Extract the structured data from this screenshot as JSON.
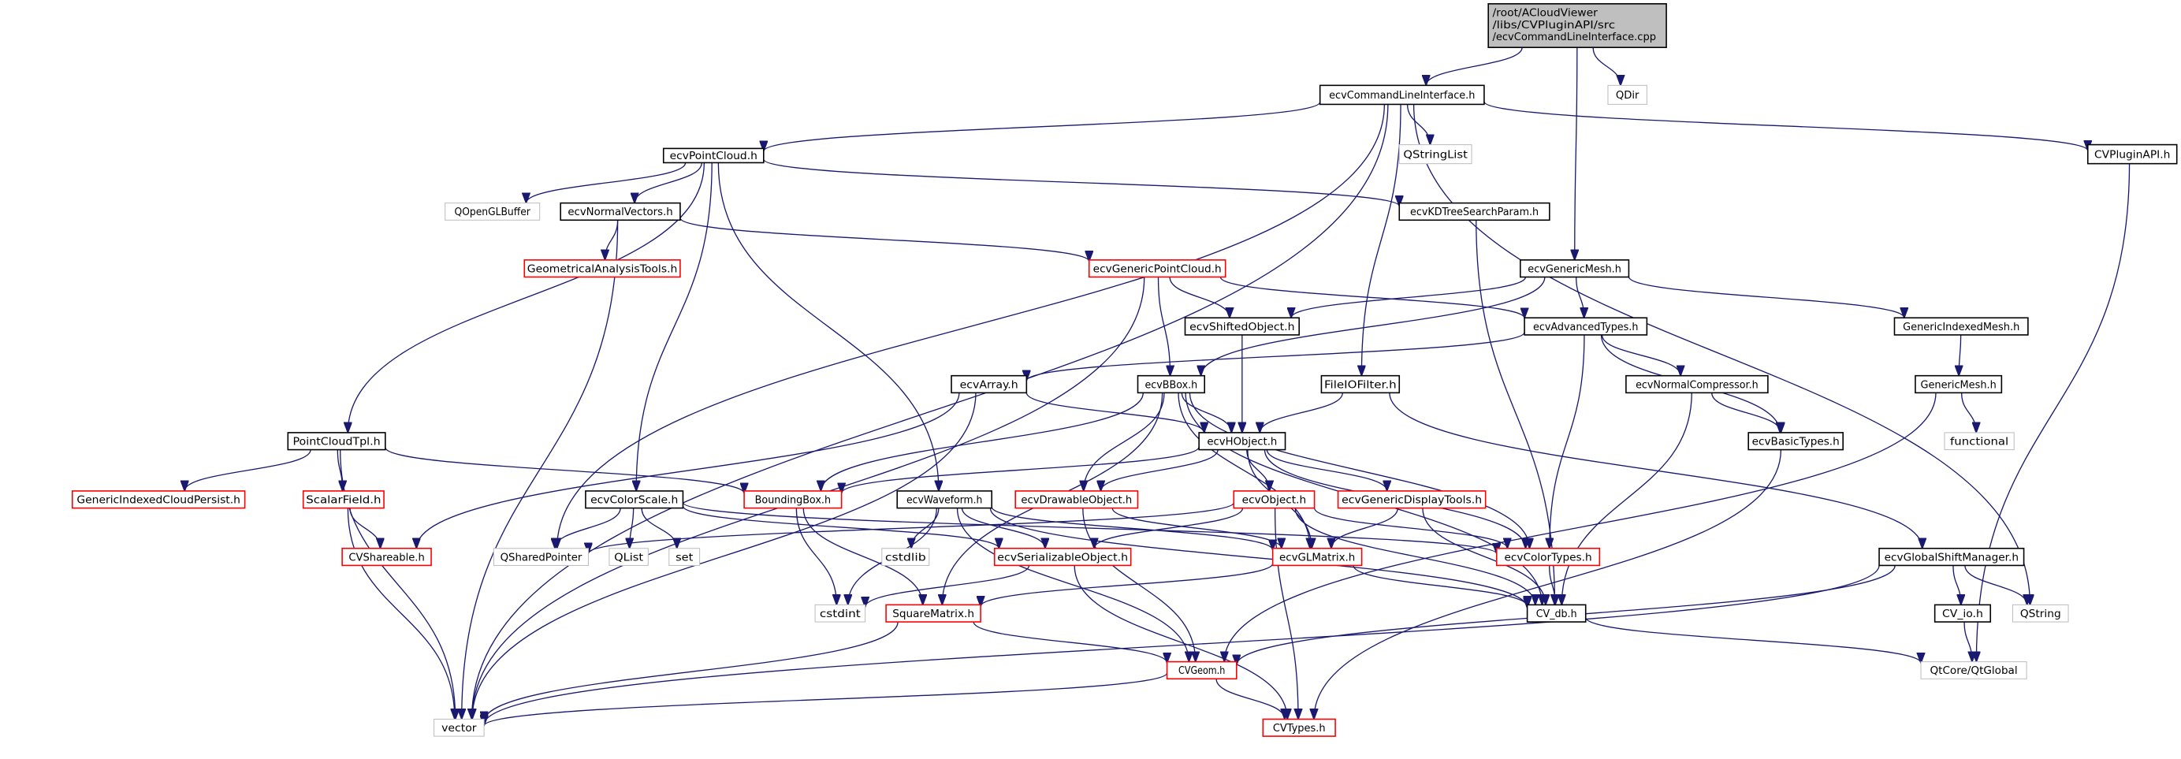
{
  "title": "Include dependency graph for ecvCommandLineInterface.cpp",
  "colors": {
    "edge": "#191970",
    "root_fill": "#bfbfbf",
    "node_border_normal": "#000000",
    "node_border_truncated": "#ff0000",
    "node_border_external": "#bfbfbf"
  },
  "nodes": [
    {
      "id": "root",
      "label": "/root/ACloudViewer\n/libs/CVPluginAPI/src\n/ecvCommandLineInterface.cpp",
      "kind": "root"
    },
    {
      "id": "cli_h",
      "label": "ecvCommandLineInterface.h",
      "kind": "normal"
    },
    {
      "id": "qdir",
      "label": "QDir",
      "kind": "external"
    },
    {
      "id": "pointcloud",
      "label": "ecvPointCloud.h",
      "kind": "normal"
    },
    {
      "id": "qstringlist",
      "label": "QStringList",
      "kind": "external"
    },
    {
      "id": "pluginapi",
      "label": "CVPluginAPI.h",
      "kind": "normal"
    },
    {
      "id": "qopenglbuffer",
      "label": "QOpenGLBuffer",
      "kind": "external"
    },
    {
      "id": "normalvectors",
      "label": "ecvNormalVectors.h",
      "kind": "normal"
    },
    {
      "id": "kdtree",
      "label": "ecvKDTreeSearchParam.h",
      "kind": "normal"
    },
    {
      "id": "geomtools",
      "label": "GeometricalAnalysisTools.h",
      "kind": "truncated"
    },
    {
      "id": "genpc",
      "label": "ecvGenericPointCloud.h",
      "kind": "truncated"
    },
    {
      "id": "genmesh",
      "label": "ecvGenericMesh.h",
      "kind": "normal"
    },
    {
      "id": "shifted",
      "label": "ecvShiftedObject.h",
      "kind": "normal"
    },
    {
      "id": "advtypes",
      "label": "ecvAdvancedTypes.h",
      "kind": "normal"
    },
    {
      "id": "genidxmesh",
      "label": "GenericIndexedMesh.h",
      "kind": "normal"
    },
    {
      "id": "array",
      "label": "ecvArray.h",
      "kind": "normal"
    },
    {
      "id": "bbox",
      "label": "ecvBBox.h",
      "kind": "normal"
    },
    {
      "id": "fileio",
      "label": "FileIOFilter.h",
      "kind": "normal"
    },
    {
      "id": "normcomp",
      "label": "ecvNormalCompressor.h",
      "kind": "normal"
    },
    {
      "id": "gmesh",
      "label": "GenericMesh.h",
      "kind": "normal"
    },
    {
      "id": "pctpl",
      "label": "PointCloudTpl.h",
      "kind": "normal"
    },
    {
      "id": "hobject",
      "label": "ecvHObject.h",
      "kind": "normal"
    },
    {
      "id": "basictypes",
      "label": "ecvBasicTypes.h",
      "kind": "normal"
    },
    {
      "id": "functional",
      "label": "functional",
      "kind": "external"
    },
    {
      "id": "gicp",
      "label": "GenericIndexedCloudPersist.h",
      "kind": "truncated"
    },
    {
      "id": "scalarfield",
      "label": "ScalarField.h",
      "kind": "truncated"
    },
    {
      "id": "colorscale",
      "label": "ecvColorScale.h",
      "kind": "normal"
    },
    {
      "id": "boundingbox",
      "label": "BoundingBox.h",
      "kind": "truncated"
    },
    {
      "id": "waveform",
      "label": "ecvWaveform.h",
      "kind": "normal"
    },
    {
      "id": "drawable",
      "label": "ecvDrawableObject.h",
      "kind": "truncated"
    },
    {
      "id": "object",
      "label": "ecvObject.h",
      "kind": "truncated"
    },
    {
      "id": "gendisp",
      "label": "ecvGenericDisplayTools.h",
      "kind": "truncated"
    },
    {
      "id": "shareable",
      "label": "CVShareable.h",
      "kind": "truncated"
    },
    {
      "id": "qsharedptr",
      "label": "QSharedPointer",
      "kind": "external"
    },
    {
      "id": "qlist",
      "label": "QList",
      "kind": "external"
    },
    {
      "id": "set",
      "label": "set",
      "kind": "external"
    },
    {
      "id": "cstdlib",
      "label": "cstdlib",
      "kind": "external"
    },
    {
      "id": "serial",
      "label": "ecvSerializableObject.h",
      "kind": "truncated"
    },
    {
      "id": "glmatrix",
      "label": "ecvGLMatrix.h",
      "kind": "truncated"
    },
    {
      "id": "colortypes",
      "label": "ecvColorTypes.h",
      "kind": "truncated"
    },
    {
      "id": "gsm",
      "label": "ecvGlobalShiftManager.h",
      "kind": "normal"
    },
    {
      "id": "cstdint",
      "label": "cstdint",
      "kind": "external"
    },
    {
      "id": "squarematrix",
      "label": "SquareMatrix.h",
      "kind": "truncated"
    },
    {
      "id": "cvdb",
      "label": "CV_db.h",
      "kind": "normal"
    },
    {
      "id": "cvio",
      "label": "CV_io.h",
      "kind": "normal"
    },
    {
      "id": "qstring",
      "label": "QString",
      "kind": "external"
    },
    {
      "id": "cvgeom",
      "label": "CVGeom.h",
      "kind": "truncated"
    },
    {
      "id": "qtglobal",
      "label": "QtCore/QtGlobal",
      "kind": "external"
    },
    {
      "id": "vector",
      "label": "vector",
      "kind": "external"
    },
    {
      "id": "cvtypes",
      "label": "CVTypes.h",
      "kind": "truncated"
    }
  ],
  "edges": [
    [
      "root",
      "cli_h"
    ],
    [
      "root",
      "qdir"
    ],
    [
      "root",
      "genmesh"
    ],
    [
      "cli_h",
      "pointcloud"
    ],
    [
      "cli_h",
      "qstringlist"
    ],
    [
      "cli_h",
      "pluginapi"
    ],
    [
      "cli_h",
      "fileio"
    ],
    [
      "cli_h",
      "qsharedptr"
    ],
    [
      "cli_h",
      "vector"
    ],
    [
      "cli_h",
      "qstring"
    ],
    [
      "pointcloud",
      "qopenglbuffer"
    ],
    [
      "pointcloud",
      "normalvectors"
    ],
    [
      "pointcloud",
      "kdtree"
    ],
    [
      "pointcloud",
      "pctpl"
    ],
    [
      "pointcloud",
      "colorscale"
    ],
    [
      "pointcloud",
      "waveform"
    ],
    [
      "pluginapi",
      "qtglobal"
    ],
    [
      "normalvectors",
      "geomtools"
    ],
    [
      "normalvectors",
      "genpc"
    ],
    [
      "normalvectors",
      "vector"
    ],
    [
      "kdtree",
      "cvdb"
    ],
    [
      "genpc",
      "shifted"
    ],
    [
      "genpc",
      "advtypes"
    ],
    [
      "genpc",
      "bbox"
    ],
    [
      "genpc",
      "vector"
    ],
    [
      "genmesh",
      "shifted"
    ],
    [
      "genmesh",
      "advtypes"
    ],
    [
      "genmesh",
      "genidxmesh"
    ],
    [
      "genmesh",
      "bbox"
    ],
    [
      "shifted",
      "hobject"
    ],
    [
      "advtypes",
      "array"
    ],
    [
      "advtypes",
      "normcomp"
    ],
    [
      "advtypes",
      "basictypes"
    ],
    [
      "advtypes",
      "colortypes"
    ],
    [
      "genidxmesh",
      "gmesh"
    ],
    [
      "array",
      "hobject"
    ],
    [
      "array",
      "shareable"
    ],
    [
      "array",
      "vector"
    ],
    [
      "bbox",
      "hobject"
    ],
    [
      "bbox",
      "boundingbox"
    ],
    [
      "bbox",
      "drawable"
    ],
    [
      "bbox",
      "glmatrix"
    ],
    [
      "bbox",
      "colortypes"
    ],
    [
      "bbox",
      "cvdb"
    ],
    [
      "bbox",
      "squarematrix"
    ],
    [
      "fileio",
      "hobject"
    ],
    [
      "fileio",
      "gsm"
    ],
    [
      "normcomp",
      "basictypes"
    ],
    [
      "normcomp",
      "cvdb"
    ],
    [
      "gmesh",
      "functional"
    ],
    [
      "gmesh",
      "cvgeom"
    ],
    [
      "pctpl",
      "gicp"
    ],
    [
      "pctpl",
      "scalarfield"
    ],
    [
      "pctpl",
      "boundingbox"
    ],
    [
      "pctpl",
      "vector"
    ],
    [
      "hobject",
      "boundingbox"
    ],
    [
      "hobject",
      "drawable"
    ],
    [
      "hobject",
      "object"
    ],
    [
      "hobject",
      "gendisp"
    ],
    [
      "hobject",
      "glmatrix"
    ],
    [
      "hobject",
      "colortypes"
    ],
    [
      "basictypes",
      "cvtypes"
    ],
    [
      "scalarfield",
      "shareable"
    ],
    [
      "scalarfield",
      "vector"
    ],
    [
      "colorscale",
      "qsharedptr"
    ],
    [
      "colorscale",
      "qlist"
    ],
    [
      "colorscale",
      "set"
    ],
    [
      "colorscale",
      "serial"
    ],
    [
      "colorscale",
      "colortypes"
    ],
    [
      "boundingbox",
      "cstdint"
    ],
    [
      "boundingbox",
      "squarematrix"
    ],
    [
      "waveform",
      "cstdlib"
    ],
    [
      "waveform",
      "serial"
    ],
    [
      "waveform",
      "glmatrix"
    ],
    [
      "waveform",
      "cstdint"
    ],
    [
      "waveform",
      "cvgeom"
    ],
    [
      "waveform",
      "cvdb"
    ],
    [
      "drawable",
      "glmatrix"
    ],
    [
      "drawable",
      "cvgeom"
    ],
    [
      "object",
      "qsharedptr"
    ],
    [
      "object",
      "serial"
    ],
    [
      "object",
      "colortypes"
    ],
    [
      "object",
      "cvdb"
    ],
    [
      "object",
      "cvtypes"
    ],
    [
      "gendisp",
      "glmatrix"
    ],
    [
      "gendisp",
      "cvdb"
    ],
    [
      "serial",
      "cstdint"
    ],
    [
      "serial",
      "cvtypes"
    ],
    [
      "glmatrix",
      "squarematrix"
    ],
    [
      "glmatrix",
      "cvdb"
    ],
    [
      "colortypes",
      "cvdb"
    ],
    [
      "gsm",
      "cvio"
    ],
    [
      "gsm",
      "qstring"
    ],
    [
      "gsm",
      "cvgeom"
    ],
    [
      "gsm",
      "vector"
    ],
    [
      "squarematrix",
      "cvgeom"
    ],
    [
      "squarematrix",
      "vector"
    ],
    [
      "cvdb",
      "qtglobal"
    ],
    [
      "cvio",
      "qtglobal"
    ],
    [
      "cvgeom",
      "vector"
    ],
    [
      "cvgeom",
      "cvtypes"
    ]
  ]
}
